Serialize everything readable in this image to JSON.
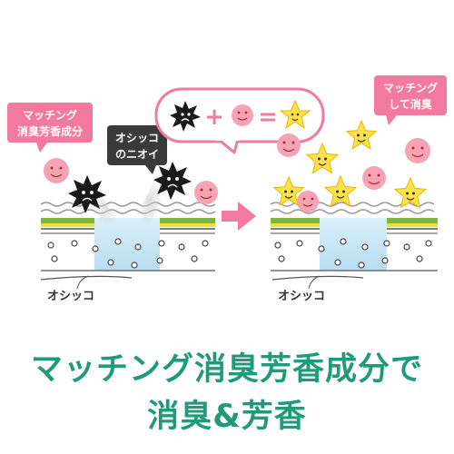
{
  "labels": {
    "matching_ingredient": [
      "マッチング",
      "消臭芳香成分"
    ],
    "pee_odor": [
      "オシッコ",
      "のニオイ"
    ],
    "matching_deodorize": [
      "マッチング",
      "して消臭"
    ],
    "pee_left": "オシッコ",
    "pee_right": "オシッコ"
  },
  "equation": {
    "plus": "+",
    "equals": "="
  },
  "caption": {
    "line1": "マッチング消臭芳香成分で",
    "line2": "消臭&芳香"
  },
  "colors": {
    "pink": "#f27aa0",
    "face_pink": "#f6a3b6",
    "star": "#ffe14a",
    "blue": "#cde9f6",
    "green": "#7fb53a",
    "teal": "#1f9a7a",
    "dark_label": "#3a3a3a"
  }
}
